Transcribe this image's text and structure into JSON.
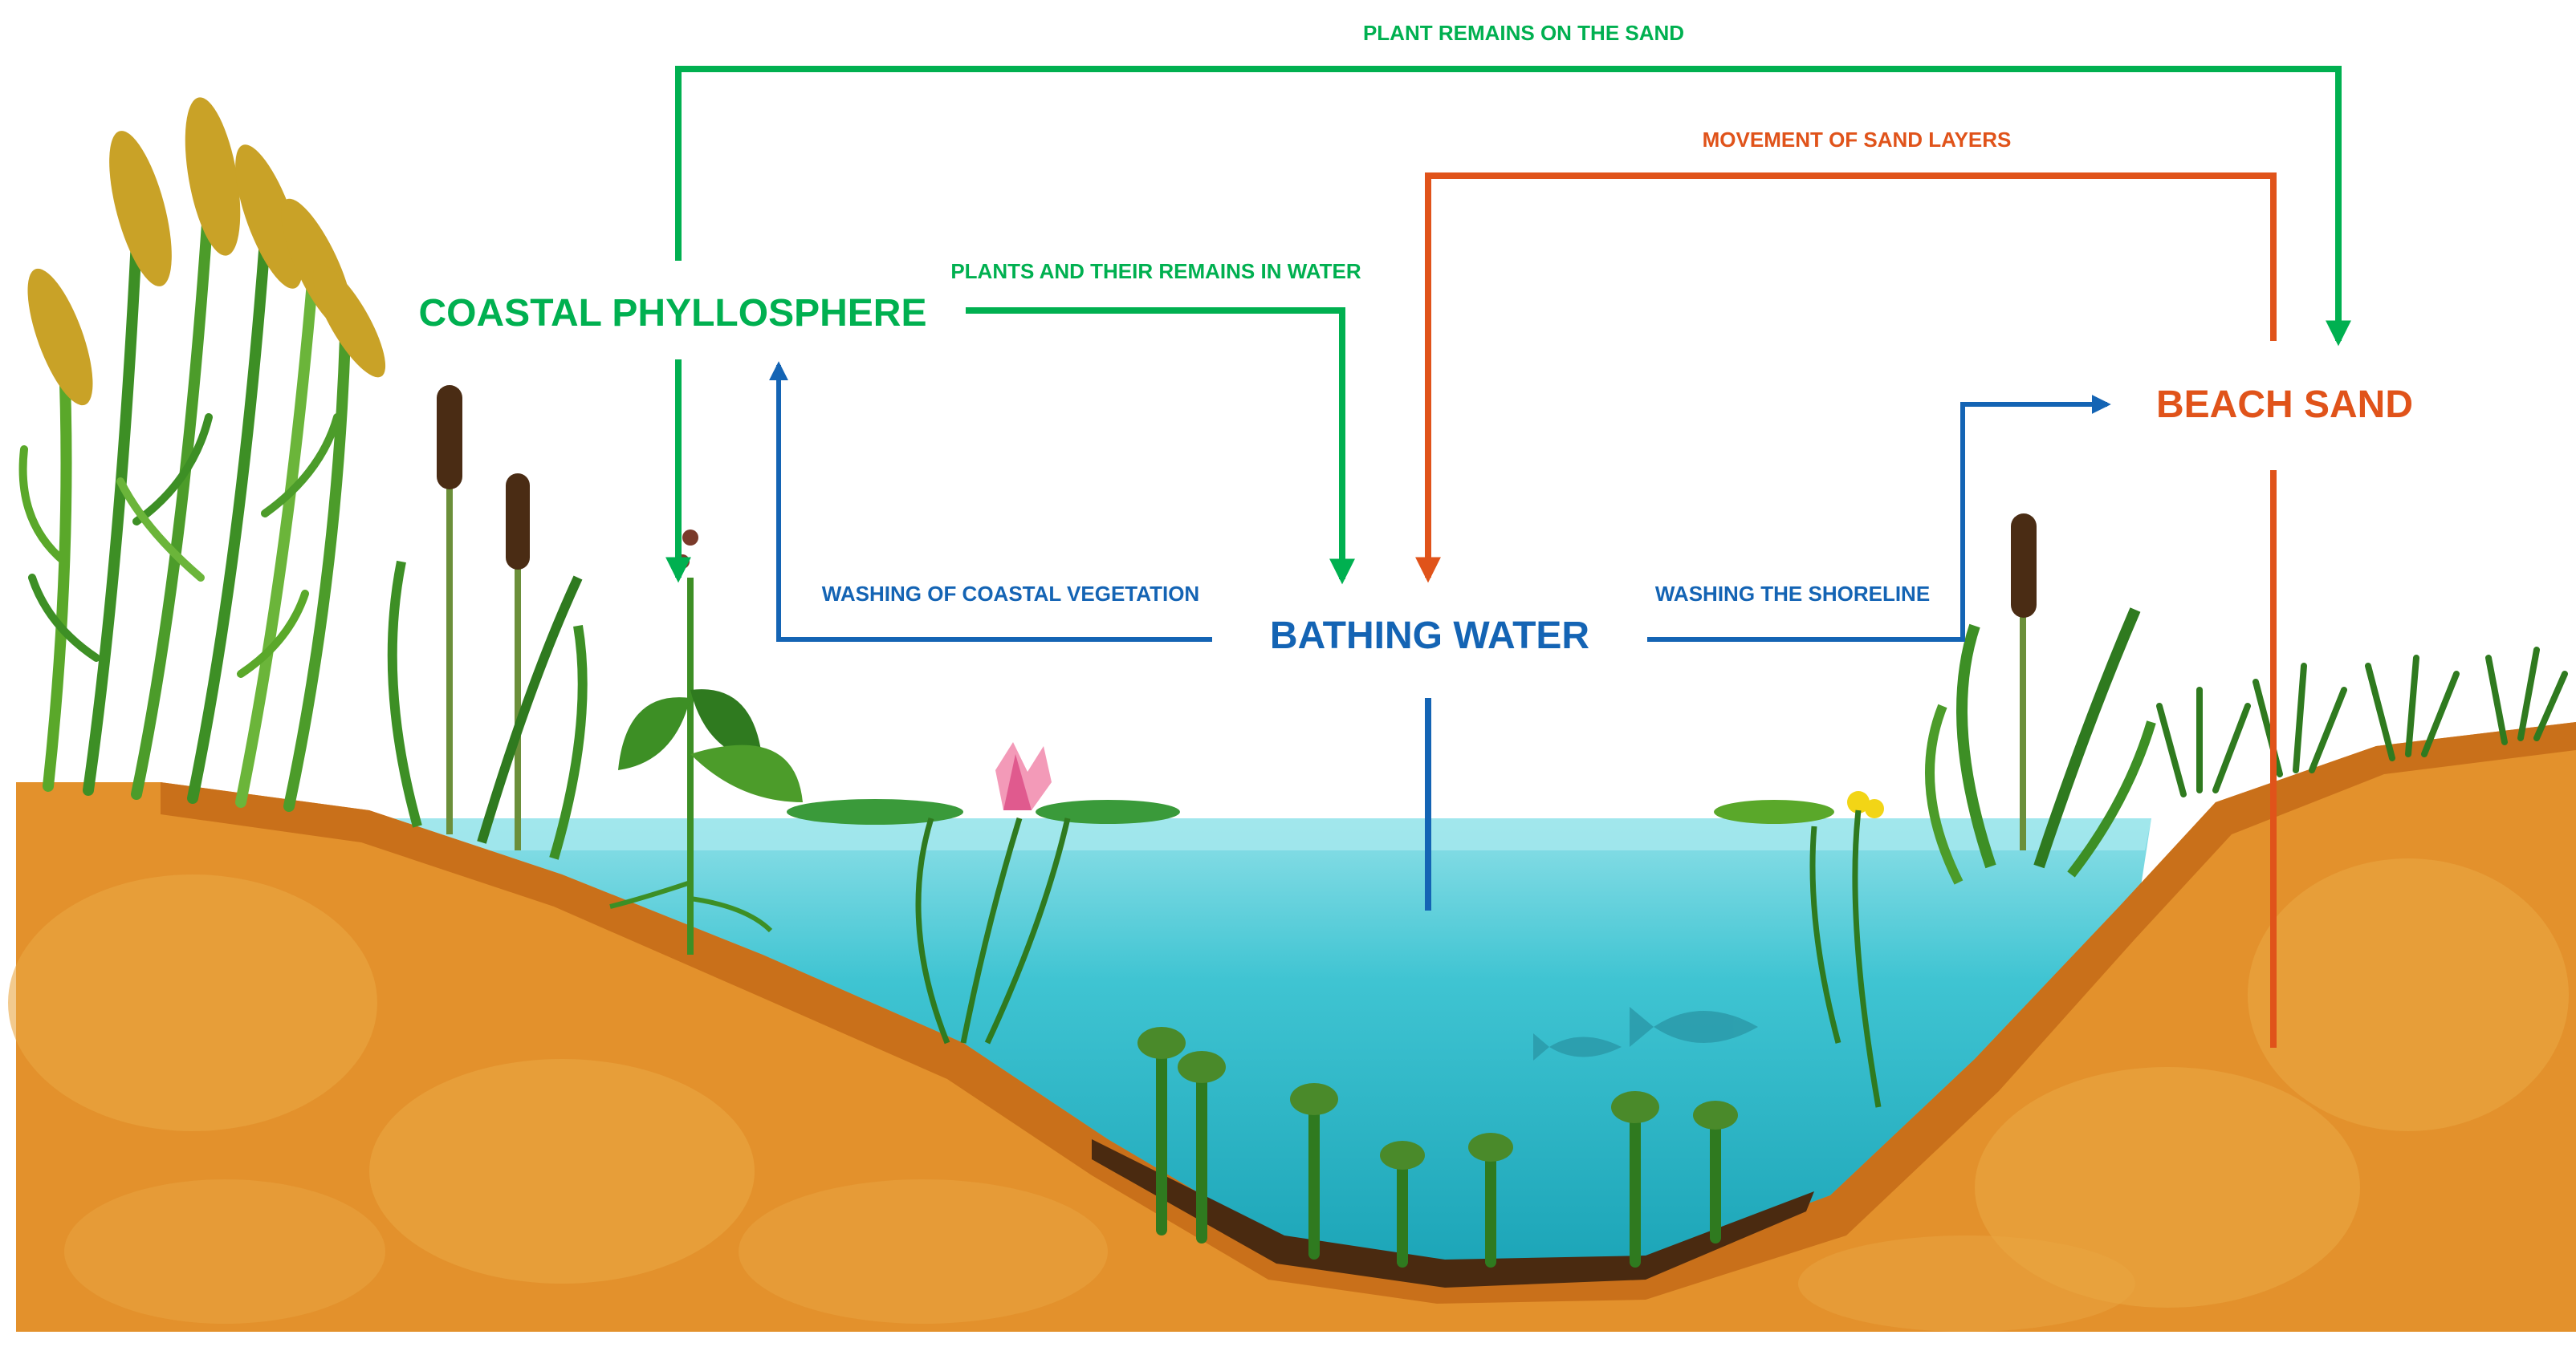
{
  "labels": {
    "plant_remains_on_sand": "PLANT REMAINS ON THE SAND",
    "movement_of_sand_layers": "MOVEMENT OF SAND LAYERS",
    "plants_remains_in_water": "PLANTS AND THEIR REMAINS IN WATER",
    "coastal_phyllosphere": "COASTAL PHYLLOSPHERE",
    "washing_coastal_vegetation": "WASHING OF COASTAL VEGETATION",
    "bathing_water": "BATHING WATER",
    "washing_shoreline": "WASHING THE SHORELINE",
    "beach_sand": "BEACH SAND"
  },
  "colors": {
    "green": "#00b050",
    "orange": "#e0531a",
    "blue": "#1464b4",
    "sand": "#e3912c",
    "sand_dark": "#c9701a",
    "sand_light": "#eaa642",
    "water": "#3fc4d2",
    "water_light": "#8fe0e8",
    "mud": "#4a2a10"
  }
}
